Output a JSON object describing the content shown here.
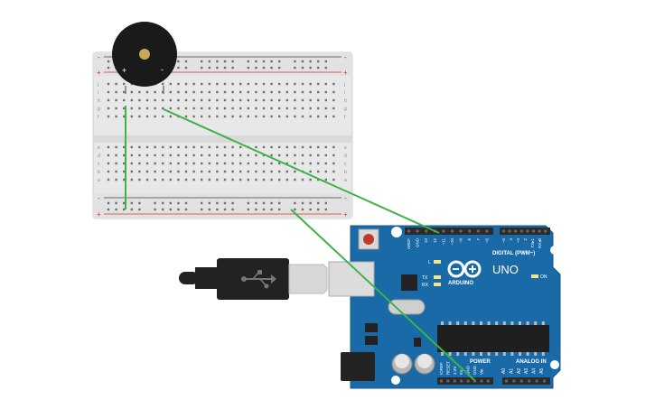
{
  "breadboard": {
    "rows_top": [
      "j",
      "i",
      "h",
      "g",
      "f"
    ],
    "rows_bottom": [
      "e",
      "d",
      "c",
      "b",
      "a"
    ],
    "plus_label": "+",
    "minus_label": "-",
    "colors": {
      "body": "#e6e6e6",
      "hole": "#6f6f6f",
      "rail_red": "#d03030",
      "rail_black": "#444444"
    }
  },
  "buzzer": {
    "plus_label": "+",
    "minus_label": "-",
    "color": "#1a1a1a",
    "center_color": "#c8a95a"
  },
  "arduino": {
    "brand_label": "ARDUINO",
    "model_label": "UNO",
    "digital_label": "DIGITAL (PWM~)",
    "power_label": "POWER",
    "analog_label": "ANALOG IN",
    "led_l": "L",
    "led_tx": "TX",
    "led_rx": "RX",
    "on_label": "ON",
    "top_pin_labels": [
      "AREF",
      "GND",
      "13",
      "12",
      "~11",
      "~10",
      "~9",
      "8",
      "7",
      "~6",
      "~5",
      "4",
      "~3",
      "2",
      "TX▸1",
      "RX◂0"
    ],
    "power_pin_labels": [
      "IOREF",
      "RESET",
      "3.3V",
      "5V",
      "GND",
      "GND",
      "Vin"
    ],
    "analog_pin_labels": [
      "A0",
      "A1",
      "A2",
      "A3",
      "A4",
      "A5"
    ],
    "colors": {
      "board": "#1b6aa8",
      "board_dark": "#15578b",
      "header": "#2b2b2b",
      "logo": "#ffffff"
    }
  },
  "usb": {
    "colors": {
      "cable": "#222222",
      "plug": "#d7d7d7"
    },
    "icon": "usb-icon"
  },
  "wires": {
    "color": "#3bb34a"
  }
}
